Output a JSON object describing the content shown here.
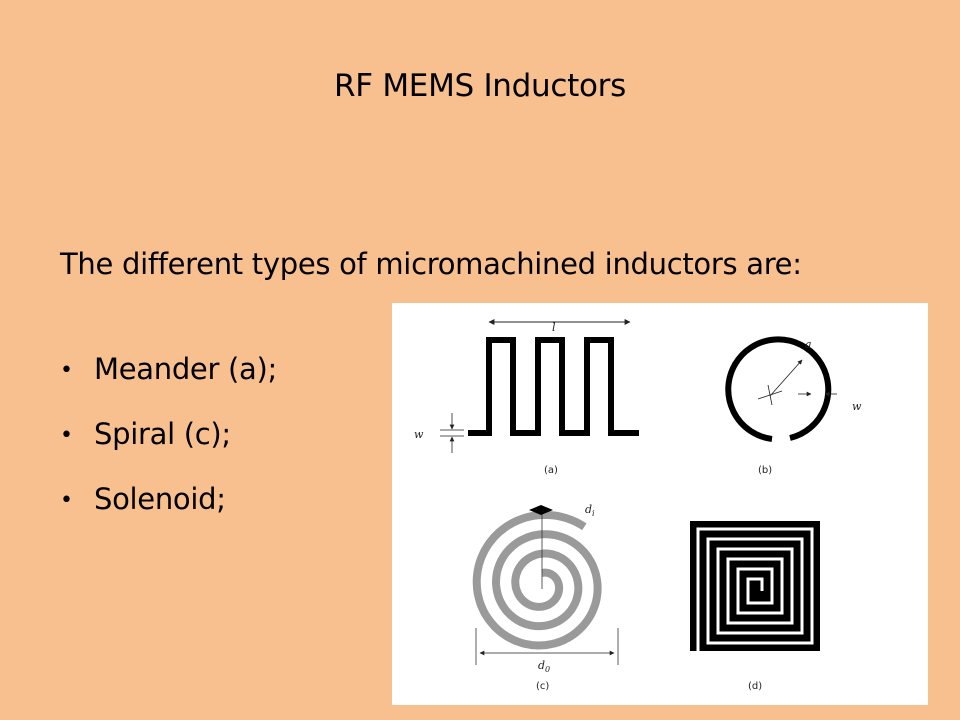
{
  "slide": {
    "title": "RF MEMS Inductors",
    "intro": "The different types of micromachined inductors are:",
    "bullets": [
      {
        "marker": "•",
        "text": "Meander (a);"
      },
      {
        "marker": "•",
        "text": "Spiral (c);"
      },
      {
        "marker": "•",
        "text": "Solenoid;"
      }
    ]
  },
  "figure": {
    "captions": {
      "a": "(a)",
      "b": "(b)",
      "c": "(c)",
      "d": "(d)"
    },
    "annotations": {
      "l": "l",
      "w_a": "w",
      "a": "a",
      "w_b": "w",
      "di": "d",
      "di_sub": "i",
      "d0": "d",
      "d0_sub": "0"
    }
  }
}
